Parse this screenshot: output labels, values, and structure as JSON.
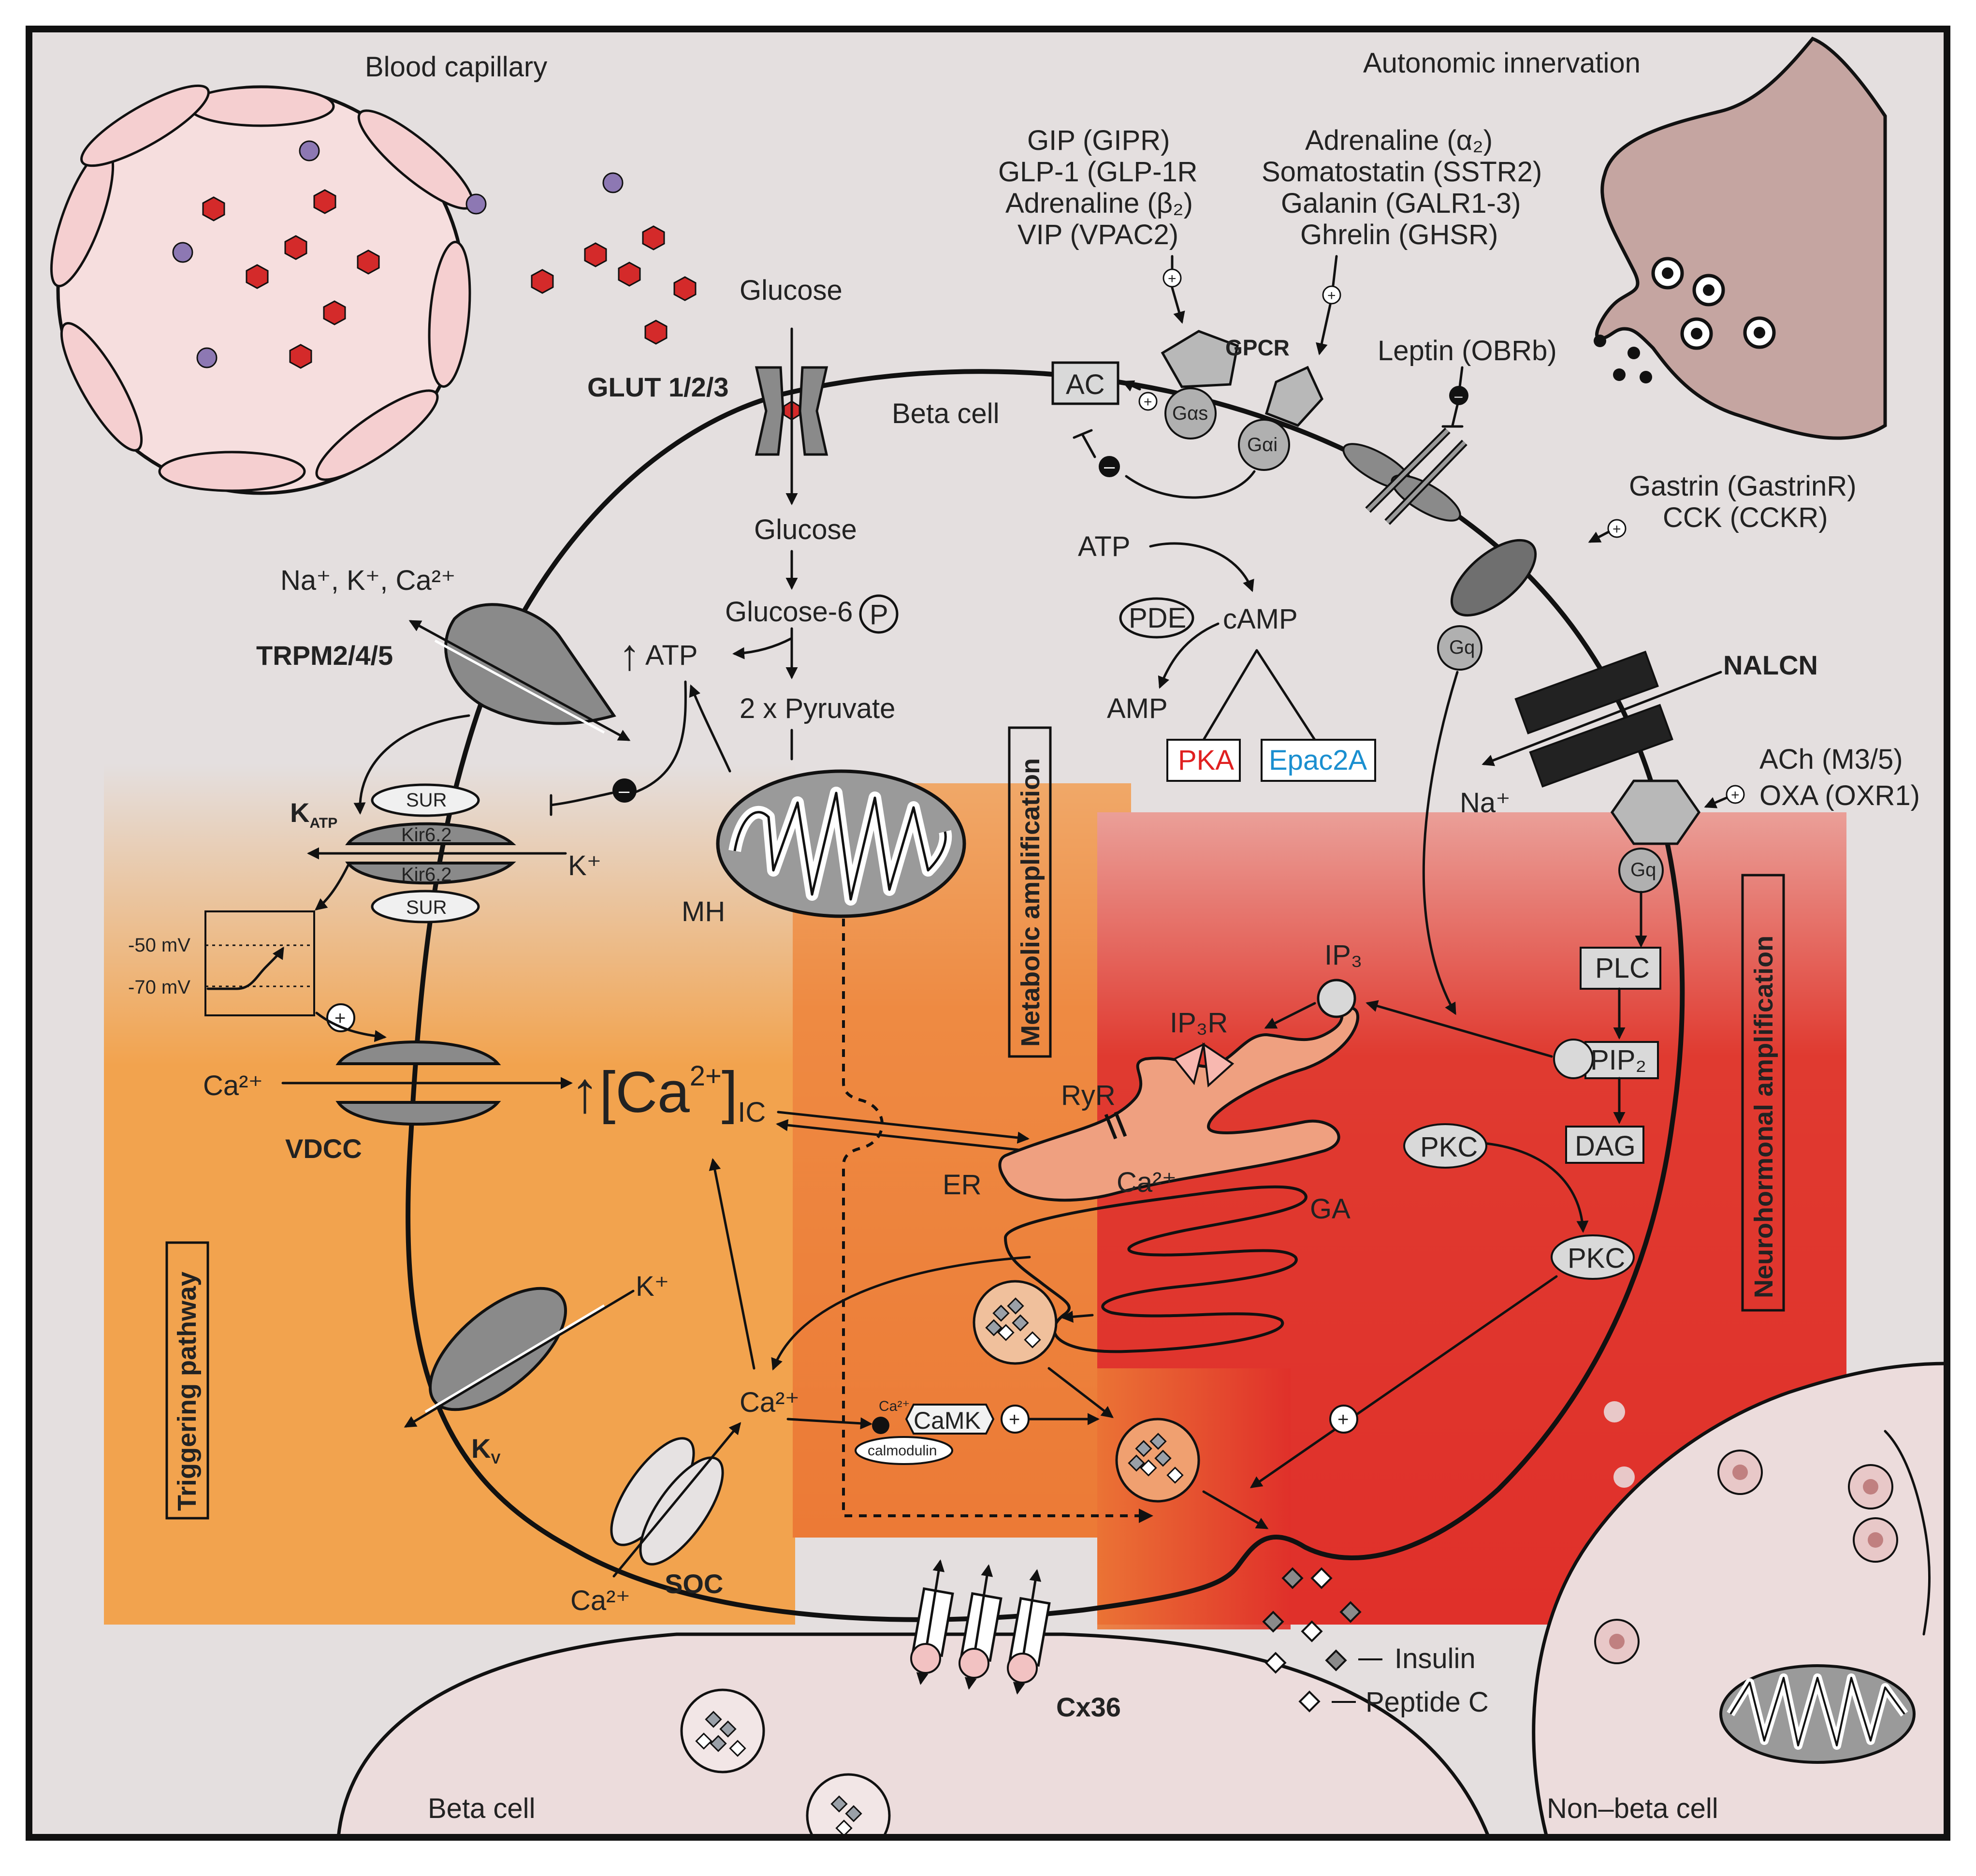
{
  "colors": {
    "background": "#e4dfdf",
    "trigger_orange": "#f2a34e",
    "metabolic_orange": "#ef8a3c",
    "neurohormonal_red": "#e0302a",
    "membrane_grey": "#9a9a9a",
    "dark_grey": "#6f6f6f",
    "capillary_pink": "#f6dede",
    "glucose_red": "#d42a2a",
    "ion_purple": "#8d78b3",
    "neuron_brown": "#c5a5a1",
    "neighbor_cell": "#ecdcdc",
    "pka_red": "#e02020",
    "epac_blue": "#1a8fd0"
  },
  "regions": {
    "blood_capillary": "Blood capillary",
    "autonomic_innervation": "Autonomic innervation",
    "beta_cell": "Beta cell",
    "neighbor_beta_cell": "Beta cell",
    "non_beta_cell": "Non–beta cell"
  },
  "pathways": {
    "triggering": "Triggering pathway",
    "metabolic": "Metabolic amplification",
    "neurohormonal": "Neurohormonal amplification"
  },
  "receptors": {
    "gs_ligands": [
      "GIP (GIPR)",
      "GLP-1 (GLP-1R",
      "Adrenaline (β₂)",
      "VIP (VPAC2)"
    ],
    "gi_ligands": [
      "Adrenaline (α₂)",
      "Somatostatin (SSTR2)",
      "Galanin (GALR1-3)",
      "Ghrelin (GHSR)"
    ],
    "gpcr": "GPCR",
    "ac": "AC",
    "gas": "Gαs",
    "gai": "Gαi",
    "leptin": "Leptin (OBRb)",
    "gq_ligands_top": [
      "Gastrin (GastrinR)",
      "CCK (CCKR)"
    ],
    "gq_ligands_bottom": [
      "ACh (M3/5)",
      "OXA (OXR1)"
    ],
    "gq": "Gq"
  },
  "channels": {
    "glut": "GLUT 1/2/3",
    "trpm": "TRPM2/4/5",
    "trpm_ions": "Na⁺, K⁺, Ca²⁺",
    "katp": "K",
    "katp_sub": "ATP",
    "sur": "SUR",
    "kir": "Kir6.2",
    "k_ion": "K⁺",
    "vdcc": "VDCC",
    "ca_ion": "Ca²⁺",
    "kv": "K",
    "kv_sub": "V",
    "soc": "SOC",
    "nalcn": "NALCN",
    "na_ion": "Na⁺",
    "cx36": "Cx36"
  },
  "metabolism": {
    "glucose_out": "Glucose",
    "glucose_in": "Glucose",
    "g6p": "Glucose-6",
    "phosphate": "P",
    "atp": "ATP",
    "pyruvate": "2 x Pyruvate",
    "mh": "MH",
    "atp2": "ATP",
    "camp": "cAMP",
    "pde": "PDE",
    "amp": "AMP",
    "pka": "PKA",
    "epac": "Epac2A"
  },
  "membrane_potential": {
    "upper": "-50 mV",
    "lower": "-70 mV"
  },
  "calcium": {
    "ca_ic": "[Ca",
    "ca_ic_sup": "2+",
    "ca_ic_sub": "IC",
    "ca_local": "Ca²⁺",
    "er_ca": "Ca²⁺",
    "camk": "CaMK",
    "calmodulin": "calmodulin",
    "cam_ca": "Ca²⁺"
  },
  "organelles": {
    "er": "ER",
    "ga": "GA",
    "ryr": "RyR",
    "ip3r": "IP₃R",
    "ip3": "IP₃"
  },
  "signaling": {
    "plc": "PLC",
    "pip2": "PIP₂",
    "dag": "DAG",
    "pkc": "PKC",
    "pkc2": "PKC"
  },
  "secretion": {
    "insulin": "Insulin",
    "peptide_c": "Peptide C"
  },
  "symbols": {
    "plus": "+",
    "minus": "–",
    "up_arrow": "↑"
  }
}
